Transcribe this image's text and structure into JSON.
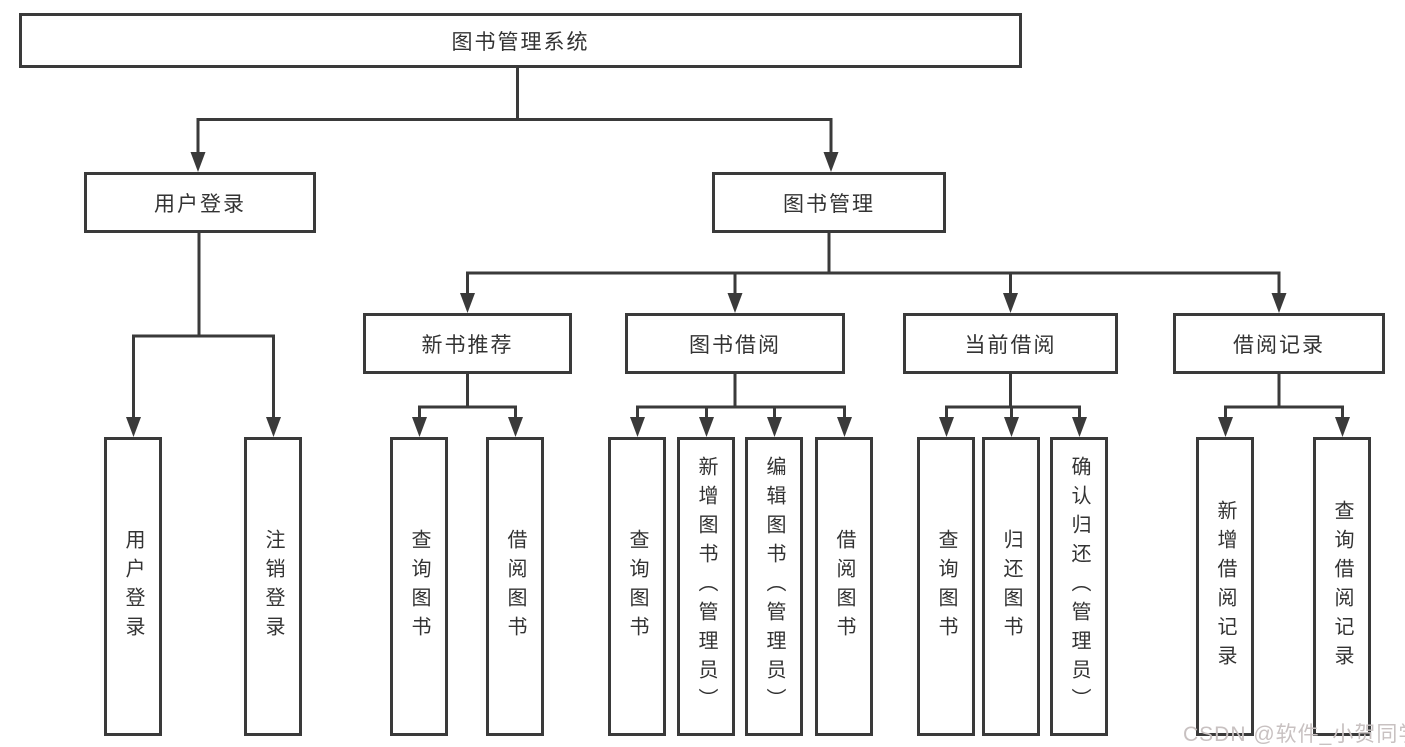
{
  "tree": {
    "label": "图书管理系统",
    "children": [
      {
        "label": "用户登录",
        "children": [
          {
            "label": "用户登录"
          },
          {
            "label": "注销登录"
          }
        ]
      },
      {
        "label": "图书管理",
        "children": [
          {
            "label": "新书推荐",
            "children": [
              {
                "label": "查询图书"
              },
              {
                "label": "借阅图书"
              }
            ]
          },
          {
            "label": "图书借阅",
            "children": [
              {
                "label": "查询图书"
              },
              {
                "label": "新增图书（管理员）"
              },
              {
                "label": "编辑图书（管理员）"
              },
              {
                "label": "借阅图书"
              }
            ]
          },
          {
            "label": "当前借阅",
            "children": [
              {
                "label": "查询图书"
              },
              {
                "label": "归还图书"
              },
              {
                "label": "确认归还（管理员）"
              }
            ]
          },
          {
            "label": "借阅记录",
            "children": [
              {
                "label": "新增借阅记录"
              },
              {
                "label": "查询借阅记录"
              }
            ]
          }
        ]
      }
    ]
  },
  "watermark": {
    "text": "CSDN @软件_小贺同学"
  },
  "colors": {
    "line": "#3a3a3a",
    "text": "#333333",
    "background": "#ffffff",
    "watermark": "#c8c1c1"
  }
}
